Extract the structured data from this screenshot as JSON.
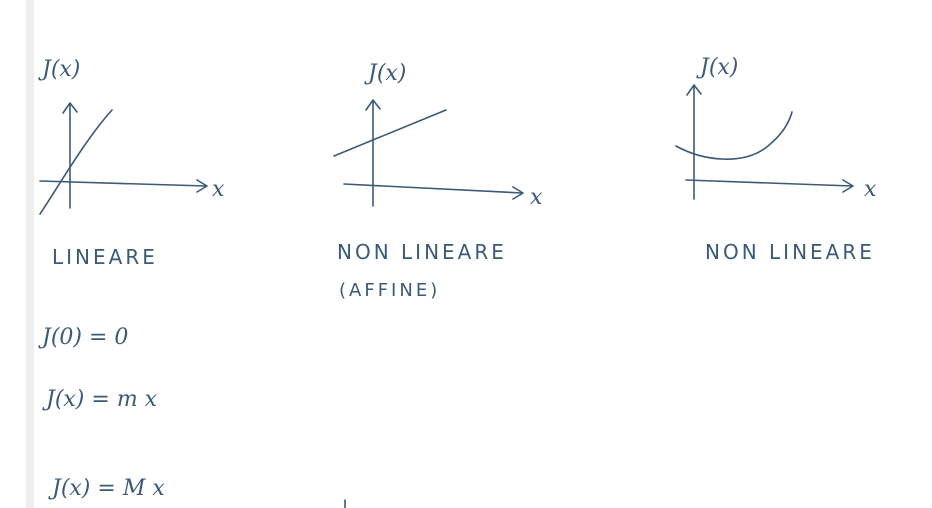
{
  "ink_color": "#3b5a78",
  "graphs": [
    {
      "y_axis_label": "J(x)",
      "x_axis_label": "x",
      "caption": "LINEARE",
      "caption_line2": ""
    },
    {
      "y_axis_label": "J(x)",
      "x_axis_label": "x",
      "caption": "NON LINEARE",
      "caption_line2": "(AFFINE)"
    },
    {
      "y_axis_label": "J(x)",
      "x_axis_label": "x",
      "caption": "NON LINEARE",
      "caption_line2": ""
    }
  ],
  "equations": [
    "J(0) = 0",
    "J(x) = m x",
    "J(x) = M x"
  ]
}
